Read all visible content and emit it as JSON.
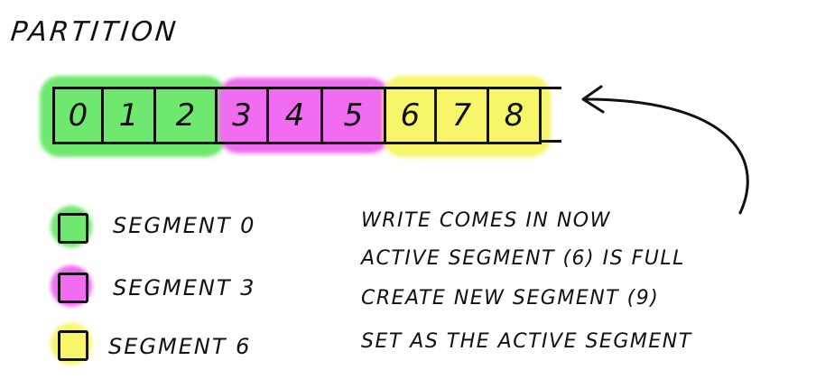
{
  "title": "PARTITION",
  "cells": [
    "0",
    "1",
    "2",
    "3",
    "4",
    "5",
    "6",
    "7",
    "8"
  ],
  "legend": [
    {
      "label": "SEGMENT 0",
      "color": "#6fe86f"
    },
    {
      "label": "SEGMENT 3",
      "color": "#f06cf0"
    },
    {
      "label": "SEGMENT 6",
      "color": "#f7f56a"
    }
  ],
  "notes": [
    "WRITE COMES IN NOW",
    "ACTIVE SEGMENT (6) IS FULL",
    "CREATE NEW SEGMENT (9)",
    "SET AS THE ACTIVE SEGMENT"
  ]
}
